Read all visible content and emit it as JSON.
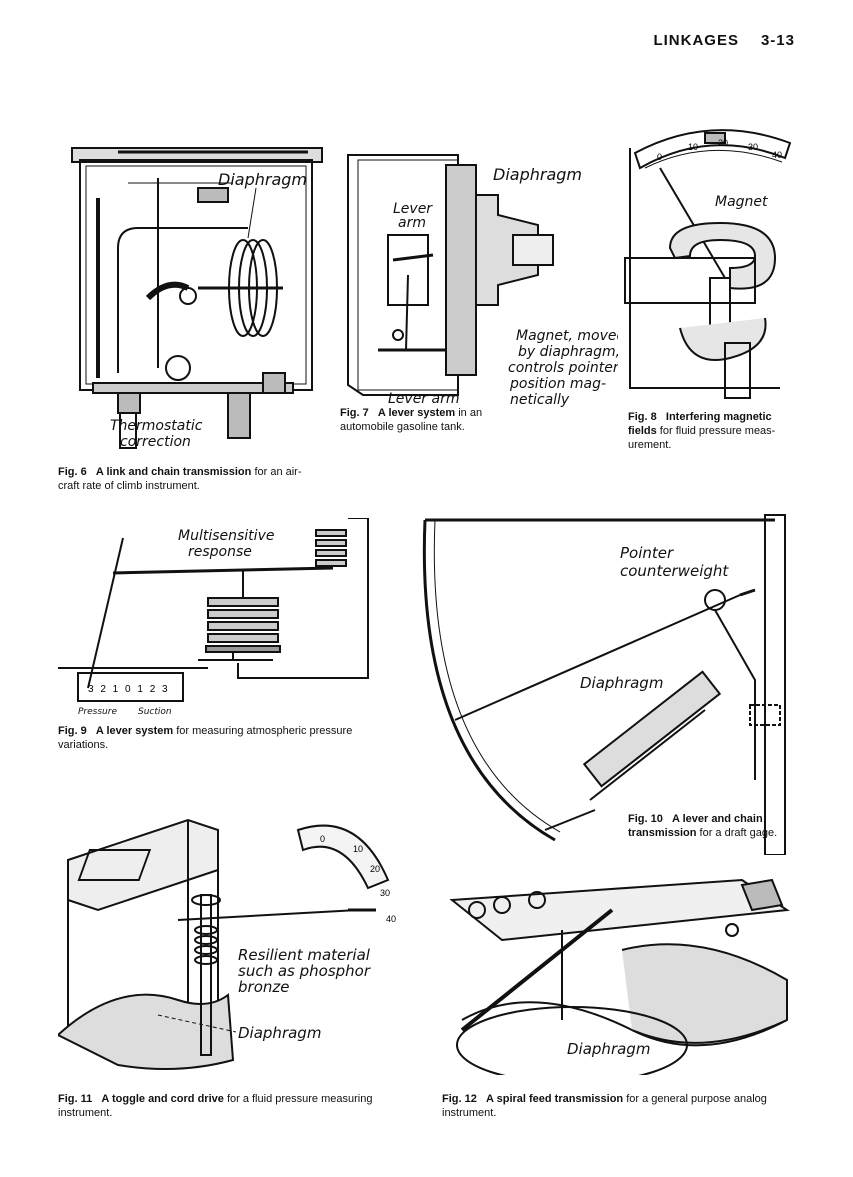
{
  "header": {
    "section": "LINKAGES",
    "page": "3-13"
  },
  "figures": {
    "fig6": {
      "number": "Fig. 6",
      "title": "A link and chain transmission",
      "rest": "for an air-craft rate of climb instrument.",
      "labels": {
        "diaphragm": "Diaphragm",
        "thermo1": "Thermostatic",
        "thermo2": "correction"
      }
    },
    "fig7": {
      "number": "Fig. 7",
      "title": "A lever system",
      "rest": "in an automobile gasoline tank.",
      "labels": {
        "diaphragm": "Diaphragm",
        "lever1": "Lever",
        "lever2": "arm",
        "leverArm": "Lever arm",
        "mag1": "Magnet, moved",
        "mag2": "by diaphragm,",
        "mag3": "controls pointer",
        "mag4": "position mag-",
        "mag5": "netically"
      }
    },
    "fig8": {
      "number": "Fig. 8",
      "title": "Interfering magnetic fields",
      "rest": "for fluid pressure meas-urement.",
      "labels": {
        "magnet": "Magnet",
        "s0": "0",
        "s10": "10",
        "s20": "20",
        "s30": "30",
        "s40": "40"
      }
    },
    "fig9": {
      "number": "Fig. 9",
      "title": "A lever system",
      "rest": "for measuring atmospheric pressure variations.",
      "labels": {
        "multi1": "Multisensitive",
        "multi2": "response",
        "pressure": "Pressure",
        "suction": "Suction",
        "scale": "3 2 1 0 1 2 3"
      }
    },
    "fig10": {
      "number": "Fig. 10",
      "title": "A lever and chain transmission",
      "rest": "for a draft gage.",
      "labels": {
        "pointer": "Pointer",
        "counterweight": "counterweight",
        "diaphragm": "Diaphragm"
      }
    },
    "fig11": {
      "number": "Fig. 11",
      "title": "A toggle and cord drive",
      "rest": "for a fluid pressure measuring instrument.",
      "labels": {
        "res1": "Resilient material",
        "res2": "such as phosphor",
        "res3": "bronze",
        "diaphragm": "Diaphragm",
        "s0": "0",
        "s10": "10",
        "s20": "20",
        "s30": "30",
        "s40": "40"
      }
    },
    "fig12": {
      "number": "Fig. 12",
      "title": "A spiral feed transmission",
      "rest": "for a general purpose analog instrument.",
      "labels": {
        "diaphragm": "Diaphragm"
      }
    }
  }
}
